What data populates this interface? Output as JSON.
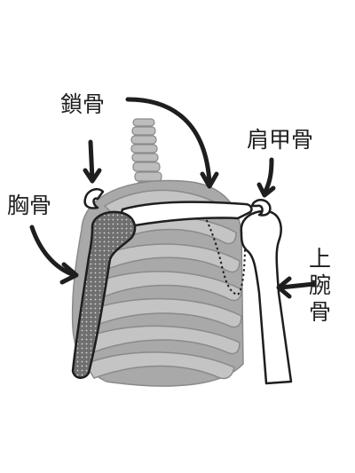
{
  "labels": {
    "clavicle": "鎖骨",
    "scapula": "肩甲骨",
    "sternum": "胸骨",
    "humerus_line1": "上",
    "humerus_line2": "腕",
    "humerus_line3": "骨"
  },
  "colors": {
    "ink": "#1e1e1e",
    "bone_fill": "#ffffff",
    "rib_fill": "#bdbdbd",
    "rib_shadow": "#9e9e9e",
    "sternum_fill": "#6f6f6f"
  }
}
